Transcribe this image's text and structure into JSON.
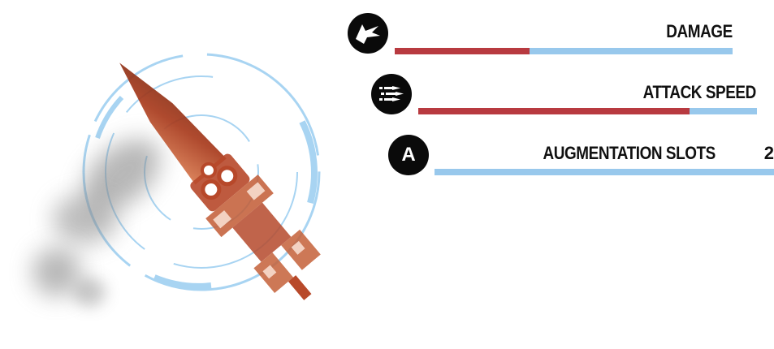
{
  "weapon": {
    "icon": "rocket-launcher-weapon-icon",
    "colors": {
      "ring": "#a8d4f2",
      "weapon": "#c0562e",
      "smoke": "#8a8a8a"
    }
  },
  "stats": [
    {
      "key": "damage",
      "icon": "bird-swoop-icon",
      "label": "DAMAGE",
      "value": "",
      "fill": 0.4
    },
    {
      "key": "attack_speed",
      "icon": "bullets-icon",
      "label": "ATTACK SPEED",
      "value": "",
      "fill": 0.8
    },
    {
      "key": "augmentation_slots",
      "icon": "letter-a-icon",
      "icon_text": "A",
      "label": "AUGMENTATION SLOTS",
      "value": "2",
      "fill": 0
    }
  ],
  "colors": {
    "bar_track": "#98c8ec",
    "bar_fill": "#b83a40",
    "icon_bg": "#0a0a0a",
    "text": "#111111"
  }
}
